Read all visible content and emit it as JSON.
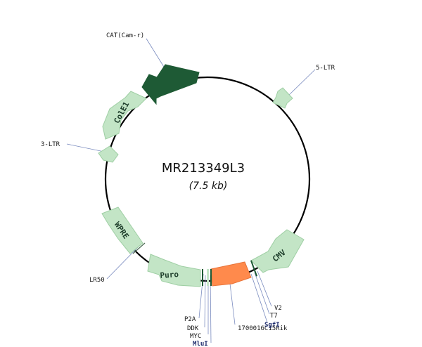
{
  "plasmid": {
    "name": "MR213349L3",
    "size": "(7.5 kb)"
  },
  "colors": {
    "feature_light": "#c3e5c6",
    "feature_dark": "#1e5a35",
    "insert": "#ff8a4c",
    "backbone": "#000000",
    "leader": "#7a8bbf"
  },
  "features": [
    {
      "label": "CAT(Cam-r)"
    },
    {
      "label": "5-LTR"
    },
    {
      "label": "CMV"
    },
    {
      "label": "Puro"
    },
    {
      "label": "WPRE"
    },
    {
      "label": "3-LTR"
    },
    {
      "label": "ColE1"
    }
  ],
  "sites": {
    "v2": "V2",
    "t7": "T7",
    "sgfi": "SgfI",
    "insert": "1700016C15Rik",
    "p2a": "P2A",
    "ddk": "DDK",
    "myc": "MYC",
    "mlui": "MluI",
    "lr50": "LR50"
  }
}
